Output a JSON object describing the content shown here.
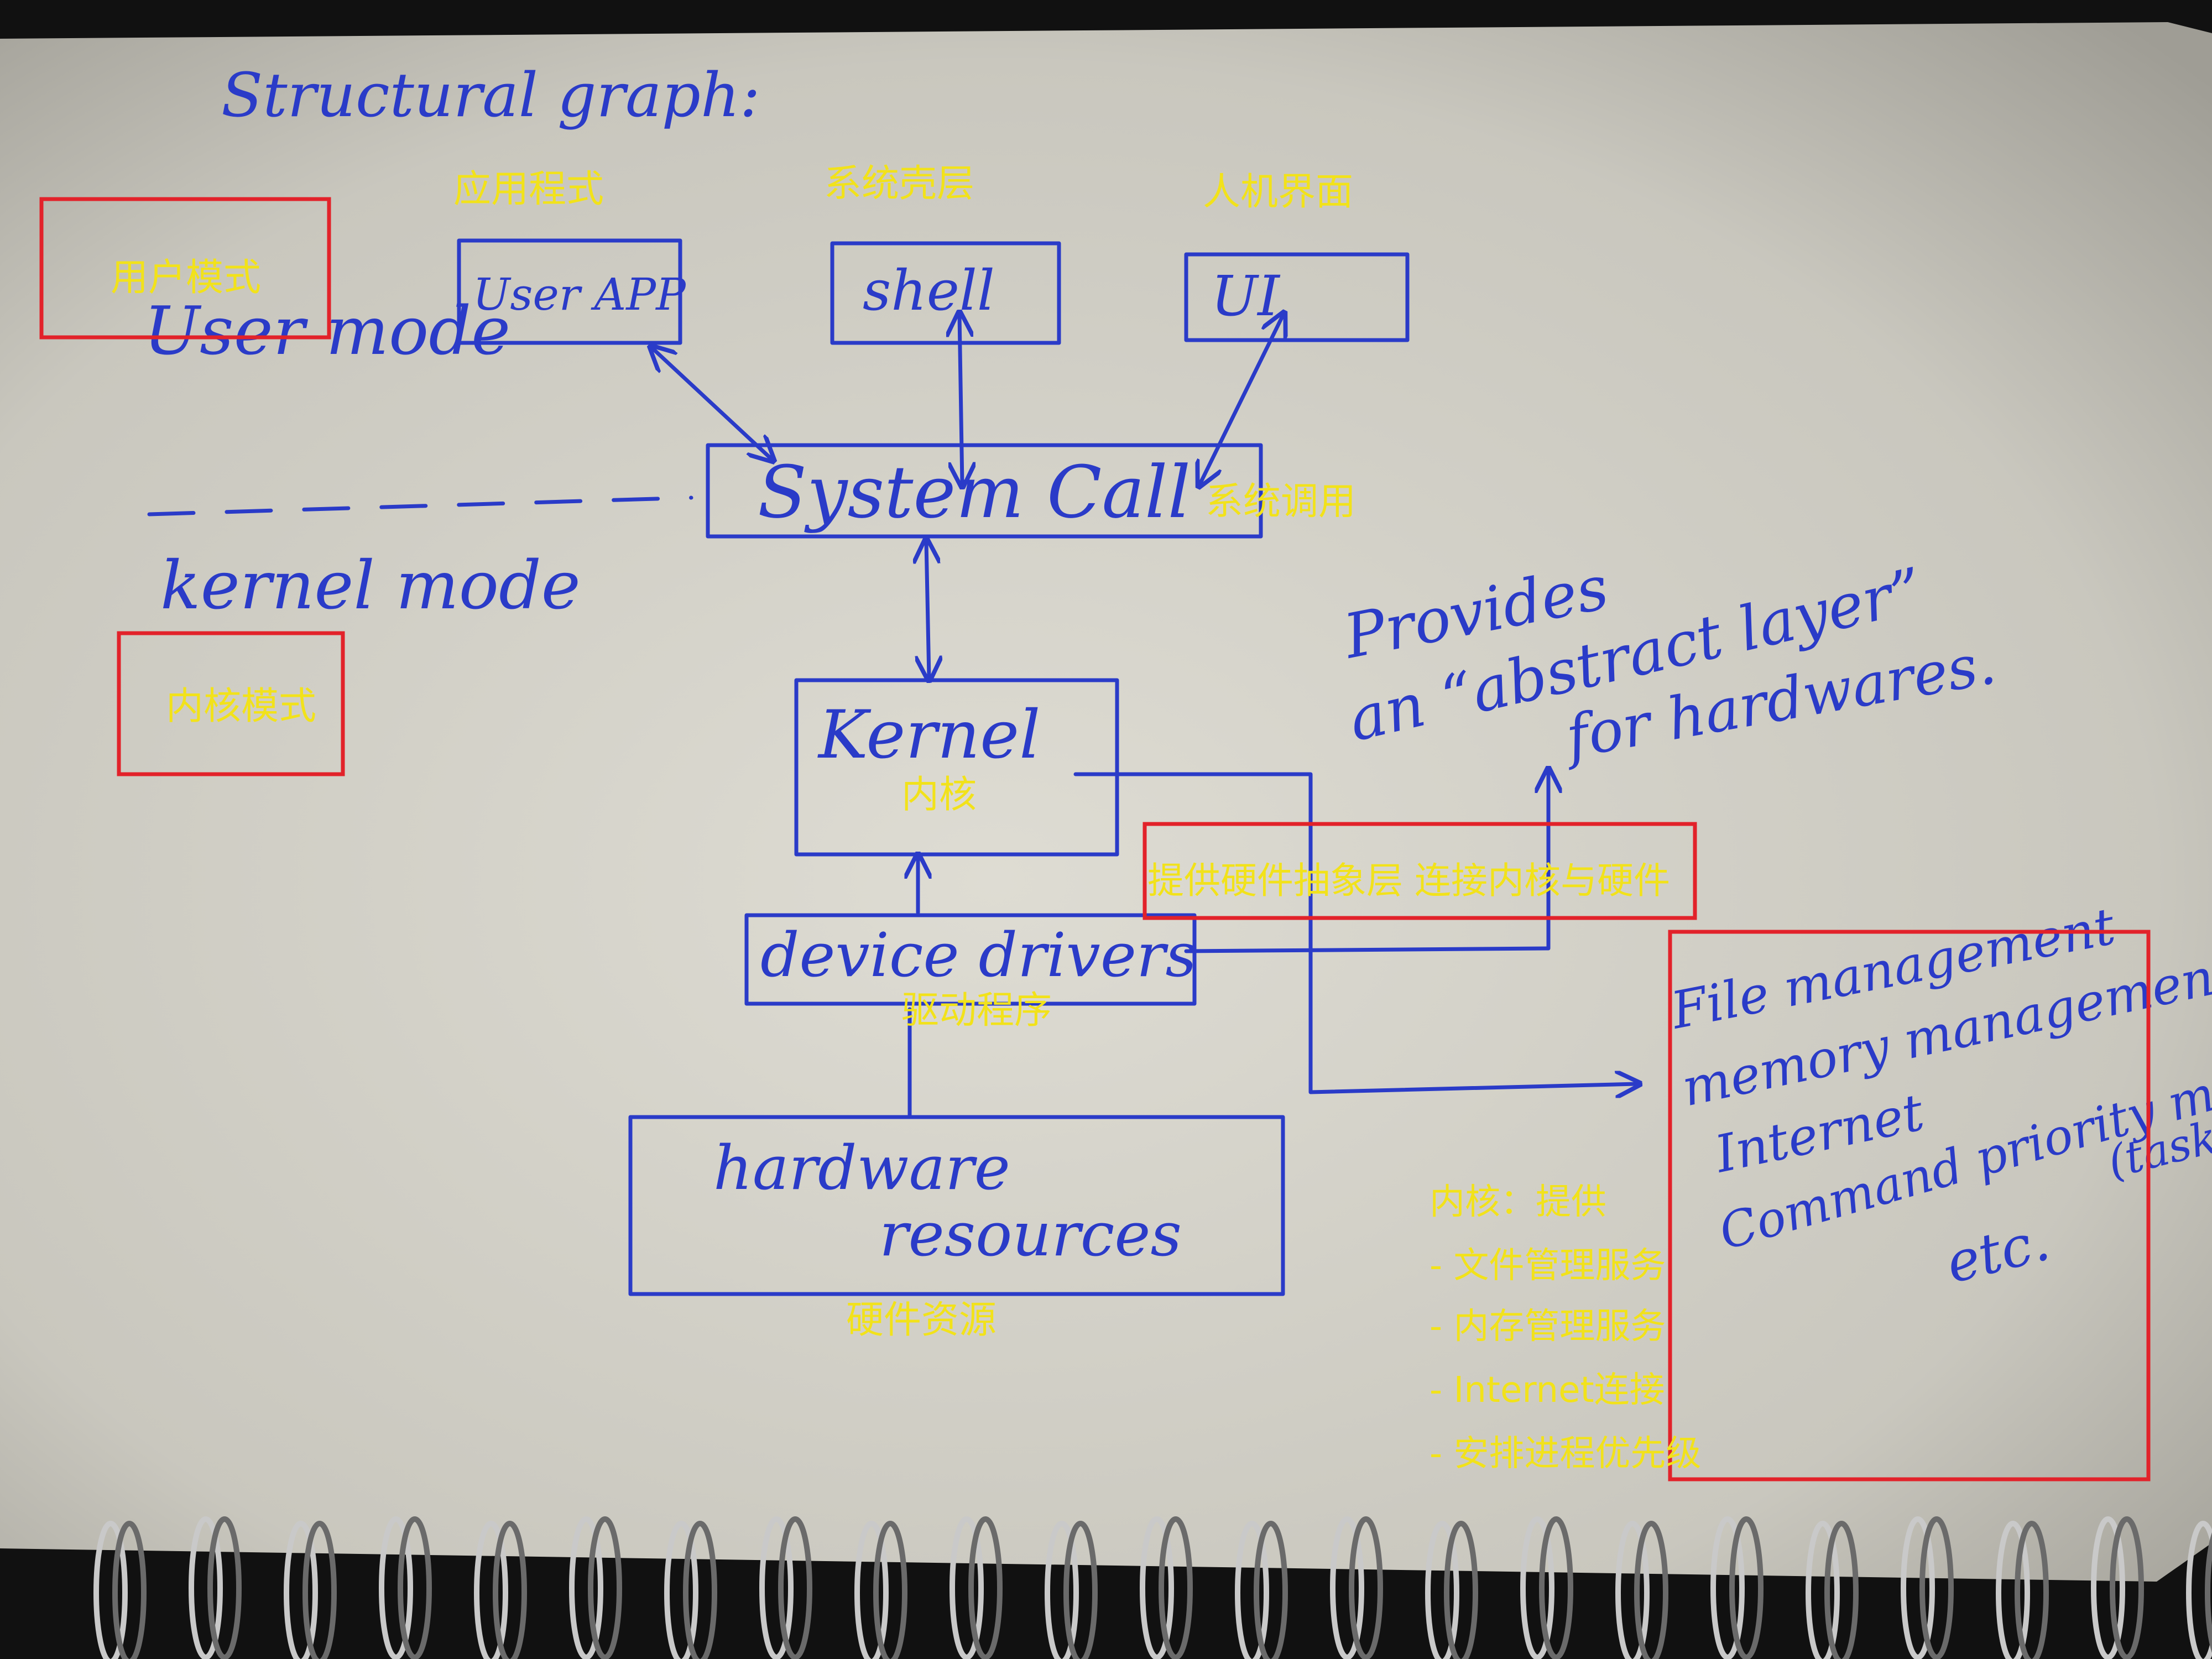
{
  "heading": "Structural graph:",
  "modes": {
    "user": "User mode",
    "kernel": "kernel mode",
    "user_cn": "用户模式",
    "kernel_cn": "内核模式"
  },
  "nodes": {
    "user_app": {
      "label": "User APP",
      "cn": "应用程式"
    },
    "shell": {
      "label": "shell",
      "cn": "系统壳层"
    },
    "ui": {
      "label": "UI",
      "cn": "人机界面"
    },
    "system_call": {
      "label": "System Call",
      "cn": "系统调用"
    },
    "kernel": {
      "label": "Kernel",
      "cn": "内核"
    },
    "device_drivers": {
      "label": "device drivers",
      "cn": "驱动程序"
    },
    "hardware": {
      "label": "hardware resources",
      "cn": "硬件资源"
    }
  },
  "abstract_note": {
    "line1": "Provides",
    "line2": "an “abstract layer”",
    "line3": "for hardwares.",
    "cn": "提供硬件抽象层 连接内核与硬件"
  },
  "kernel_services": {
    "en": [
      "File management",
      "memory management",
      "Internet",
      "Command priority mgr",
      "etc."
    ],
    "side_note": "(task ma",
    "cn_title": "内核：提供",
    "cn": [
      "- 文件管理服务",
      "- 内存管理服务",
      "- Internet连接",
      "- 安排进程优先级"
    ]
  },
  "colors": {
    "ink": "#2a3bc8",
    "annotation": "#f2e21a",
    "highlight_box": "#e2222a",
    "paper": "#cfcdc4"
  }
}
